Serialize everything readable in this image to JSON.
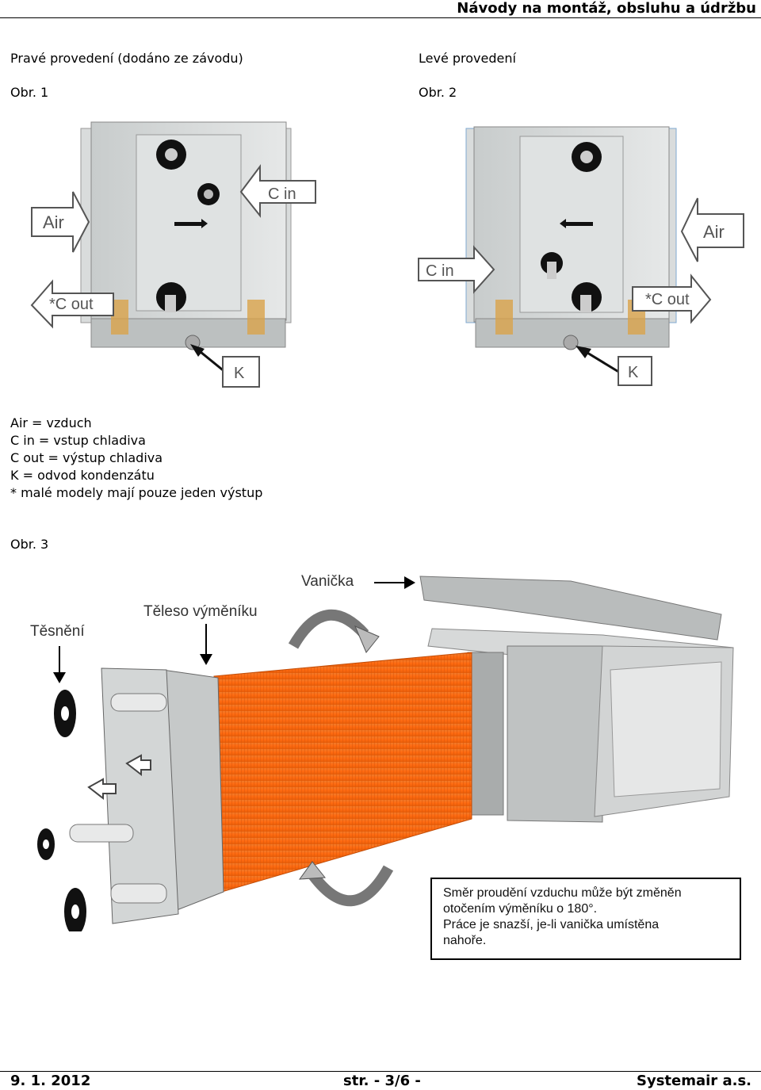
{
  "header": {
    "title": "Návody na montáž, obsluhu a údržbu"
  },
  "fig1": {
    "caption": "Pravé provedení (dodáno ze závodu)",
    "label": "Obr. 1",
    "callouts": {
      "air": "Air",
      "c_in": "C in",
      "c_out": "*C out",
      "k": "K"
    }
  },
  "fig2": {
    "caption": "Levé provedení",
    "label": "Obr. 2",
    "callouts": {
      "air": "Air",
      "c_in": "C in",
      "c_out": "*C out",
      "k": "K"
    }
  },
  "legend": {
    "lines": [
      "Air = vzduch",
      "C in = vstup chladiva",
      "C out =  výstup chladiva",
      "K = odvod kondenzátu",
      "* malé modely mají pouze jeden výstup"
    ]
  },
  "fig3": {
    "label": "Obr. 3",
    "callouts": {
      "vanicka": "Vanička",
      "teleso": "Těleso výměníku",
      "tesneni": "Těsnění"
    },
    "note": [
      "Směr proudění vzduchu může být změněn",
      "otočením výměníku o 180°.",
      "Práce je snazší, je-li vanička umístěna",
      "nahoře."
    ]
  },
  "footer": {
    "date": "9. 1. 2012",
    "page": "str. - 3/6 -",
    "company": "Systemair a.s."
  }
}
